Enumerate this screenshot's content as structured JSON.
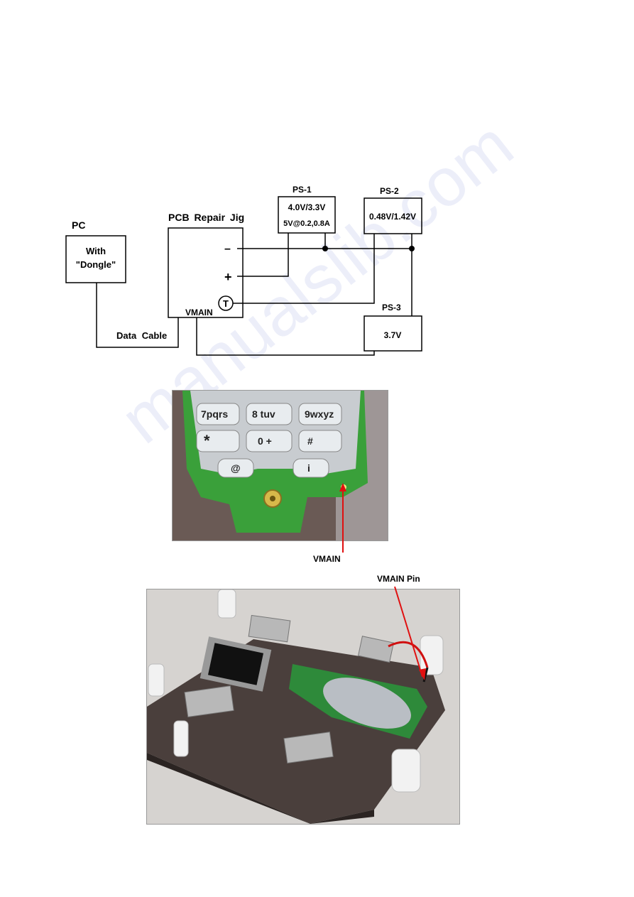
{
  "diagram": {
    "pc_title": "PC",
    "pc_line1": "With",
    "pc_line2": "\"Dongle\"",
    "jig_title": "PCB Repair Jig",
    "minus": "–",
    "plus": "+",
    "t_symbol": "T",
    "vmain": "VMAIN",
    "data_cable": "Data Cable",
    "ps1_title": "PS-1",
    "ps1_line1": "4.0V/3.3V",
    "ps1_line2": "5V@0.2,0.8A",
    "ps2_title": "PS-2",
    "ps2_line1": "0.48V/1.42V",
    "ps3_title": "PS-3",
    "ps3_line1": "3.7V"
  },
  "photo1": {
    "keys": [
      "7pqrs",
      "8 tuv",
      "9wxyz",
      "*",
      "0 +",
      "#",
      "@",
      "i"
    ],
    "callout": "VMAIN"
  },
  "photo2": {
    "callout": "VMAIN Pin"
  },
  "watermark": "manualslib.com",
  "colors": {
    "pcb_green": "#3aa03a",
    "callout_red": "#e01010",
    "jig_board": "#4a3f3c"
  }
}
